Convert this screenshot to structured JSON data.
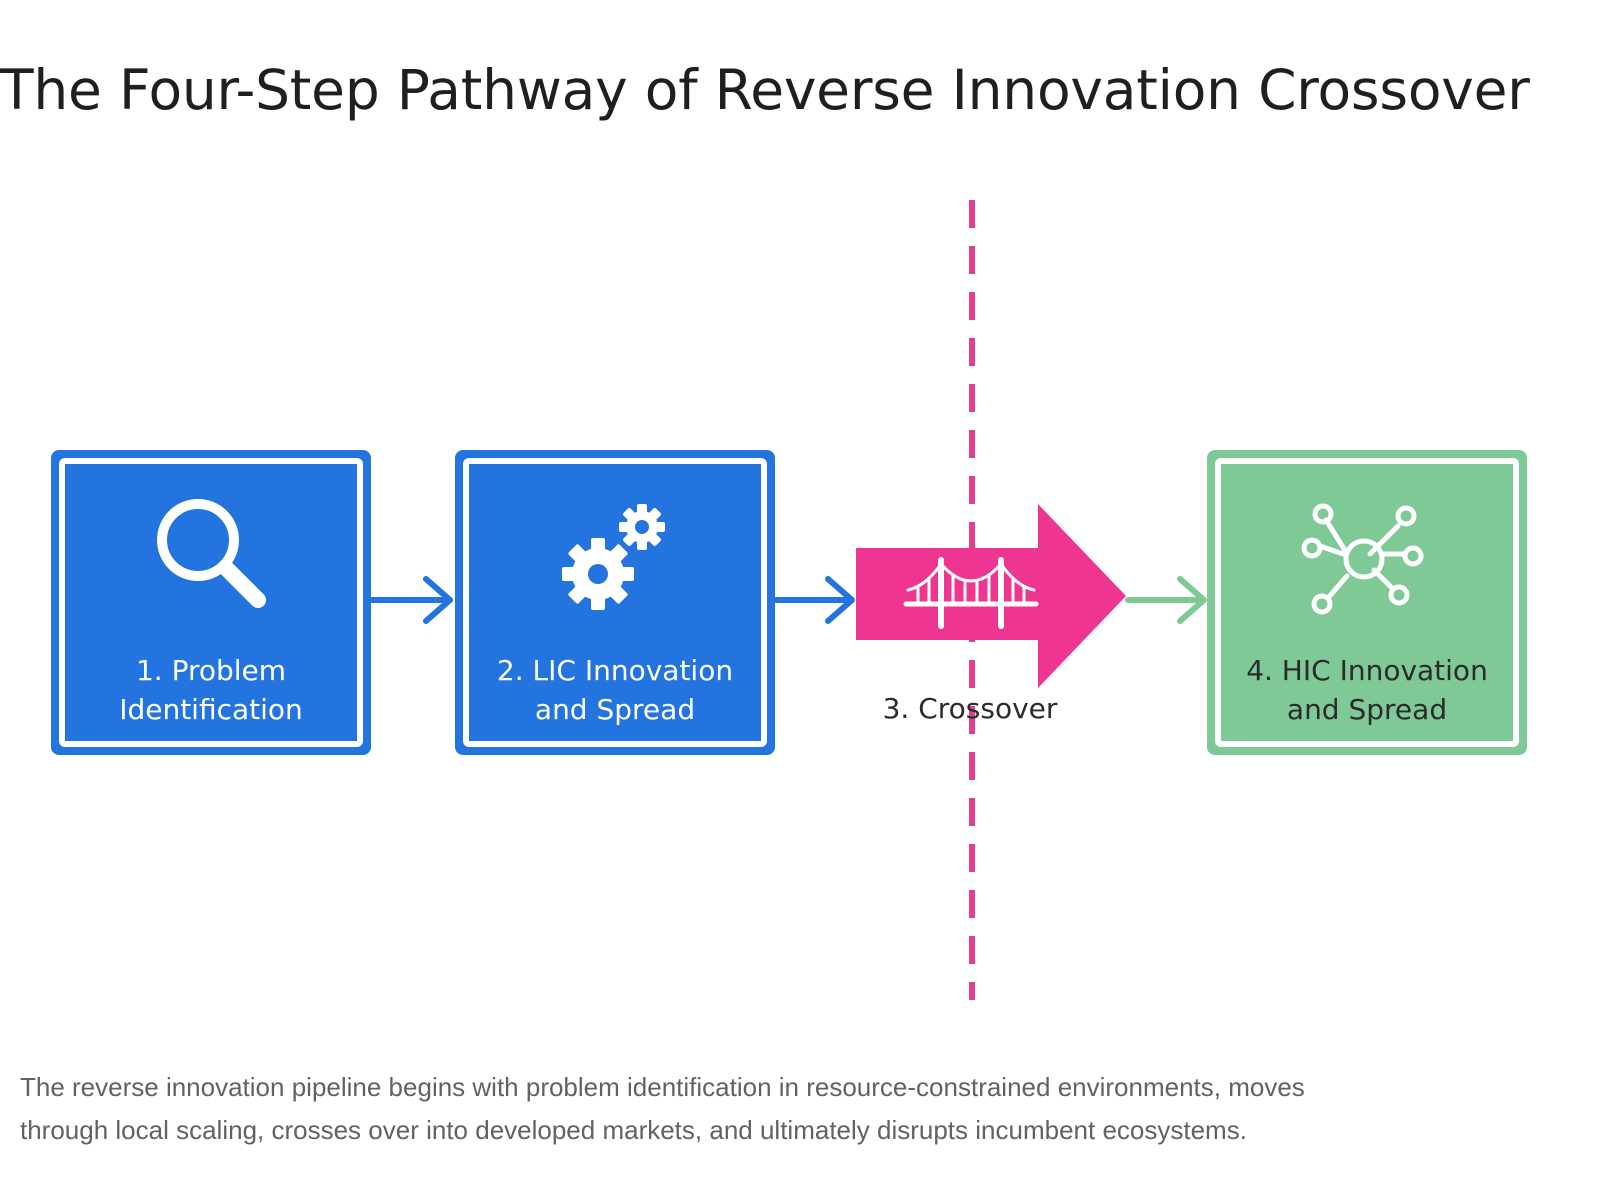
{
  "title": "The Four-Step Pathway of Reverse Innovation Crossover",
  "steps": [
    {
      "line1": "1. Problem",
      "line2": "Identification",
      "icon": "magnifier-icon",
      "color": "#2374de"
    },
    {
      "line1": "2. LIC Innovation",
      "line2": "and Spread",
      "icon": "gears-icon",
      "color": "#2374de"
    },
    {
      "line1": "3. Crossover",
      "icon": "bridge-icon",
      "color": "#ee3592"
    },
    {
      "line1": "4. HIC Innovation",
      "line2": "and Spread",
      "icon": "network-hub-icon",
      "color": "#7fc997"
    }
  ],
  "colors": {
    "blue": "#2374de",
    "magenta": "#ee3592",
    "green": "#7fc997",
    "divider": "#e0408f"
  },
  "caption": {
    "line1": "The reverse innovation pipeline begins with problem identification in resource-constrained environments, moves",
    "line2": "through local scaling, crosses over into developed markets, and ultimately disrupts incumbent ecosystems."
  }
}
